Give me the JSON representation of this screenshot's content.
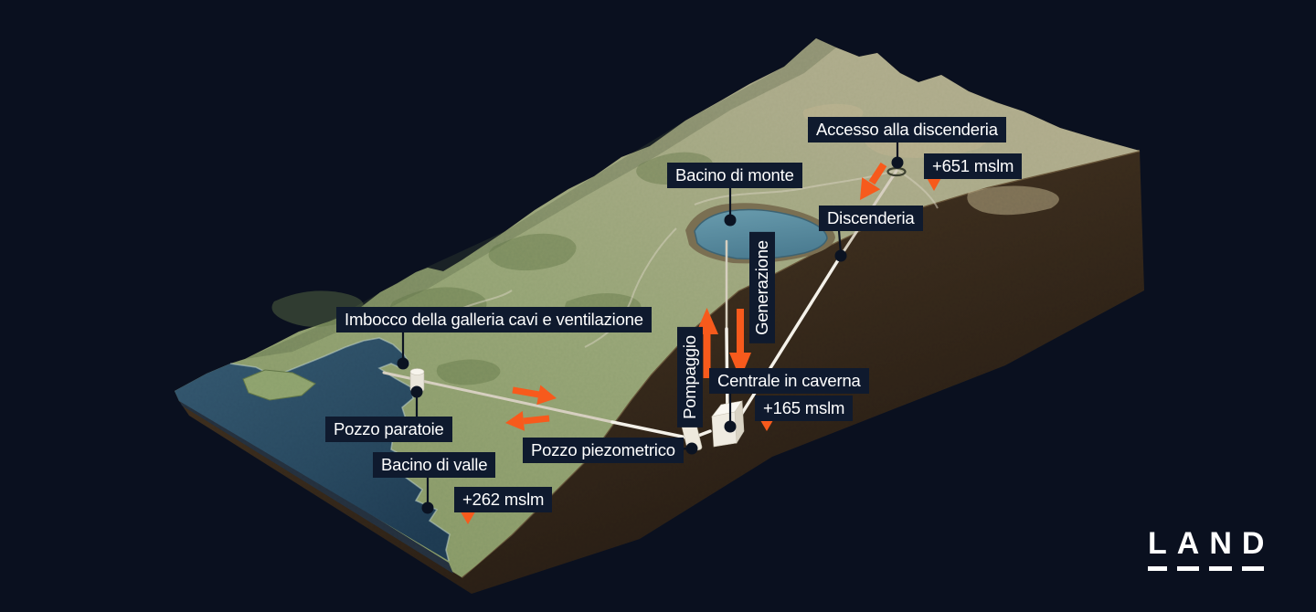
{
  "labels": {
    "accesso": "Accesso alla discenderia",
    "bacino_monte": "Bacino di monte",
    "discenderia": "Discenderia",
    "imbocco": "Imbocco della galleria cavi e ventilazione",
    "generazione": "Generazione",
    "pompaggio": "Pompaggio",
    "centrale": "Centrale in caverna",
    "pozzo_piezometrico": "Pozzo piezometrico",
    "pozzo_paratoie": "Pozzo paratoie",
    "bacino_valle": "Bacino di valle"
  },
  "elevations": {
    "accesso": "+651 mslm",
    "centrale": "+165 mslm",
    "bacino_valle": "+262 mslm"
  },
  "logo": {
    "letters": [
      "L",
      "A",
      "N",
      "D"
    ]
  },
  "icons": {
    "marker_dot": "filled-circle-location-marker",
    "elevation_marker": "orange-triangle-down",
    "pump_arrow": "orange-arrow-up",
    "generation_arrow": "orange-arrow-down",
    "tunnel_arrows": "orange-arrows-bidirectional",
    "descent_arrow": "orange-arrow-diagonal-down-left"
  },
  "colors": {
    "background": "#0a101f",
    "label_background": "#0f1a2e",
    "label_text": "#ffffff",
    "accent_orange": "#f75a1c",
    "sea": "#28495f",
    "lake": "#578ba0",
    "terrain_green": "#8ba06c",
    "soil_brown": "#3a2c1d",
    "tunnel_line": "#f2efe8"
  }
}
